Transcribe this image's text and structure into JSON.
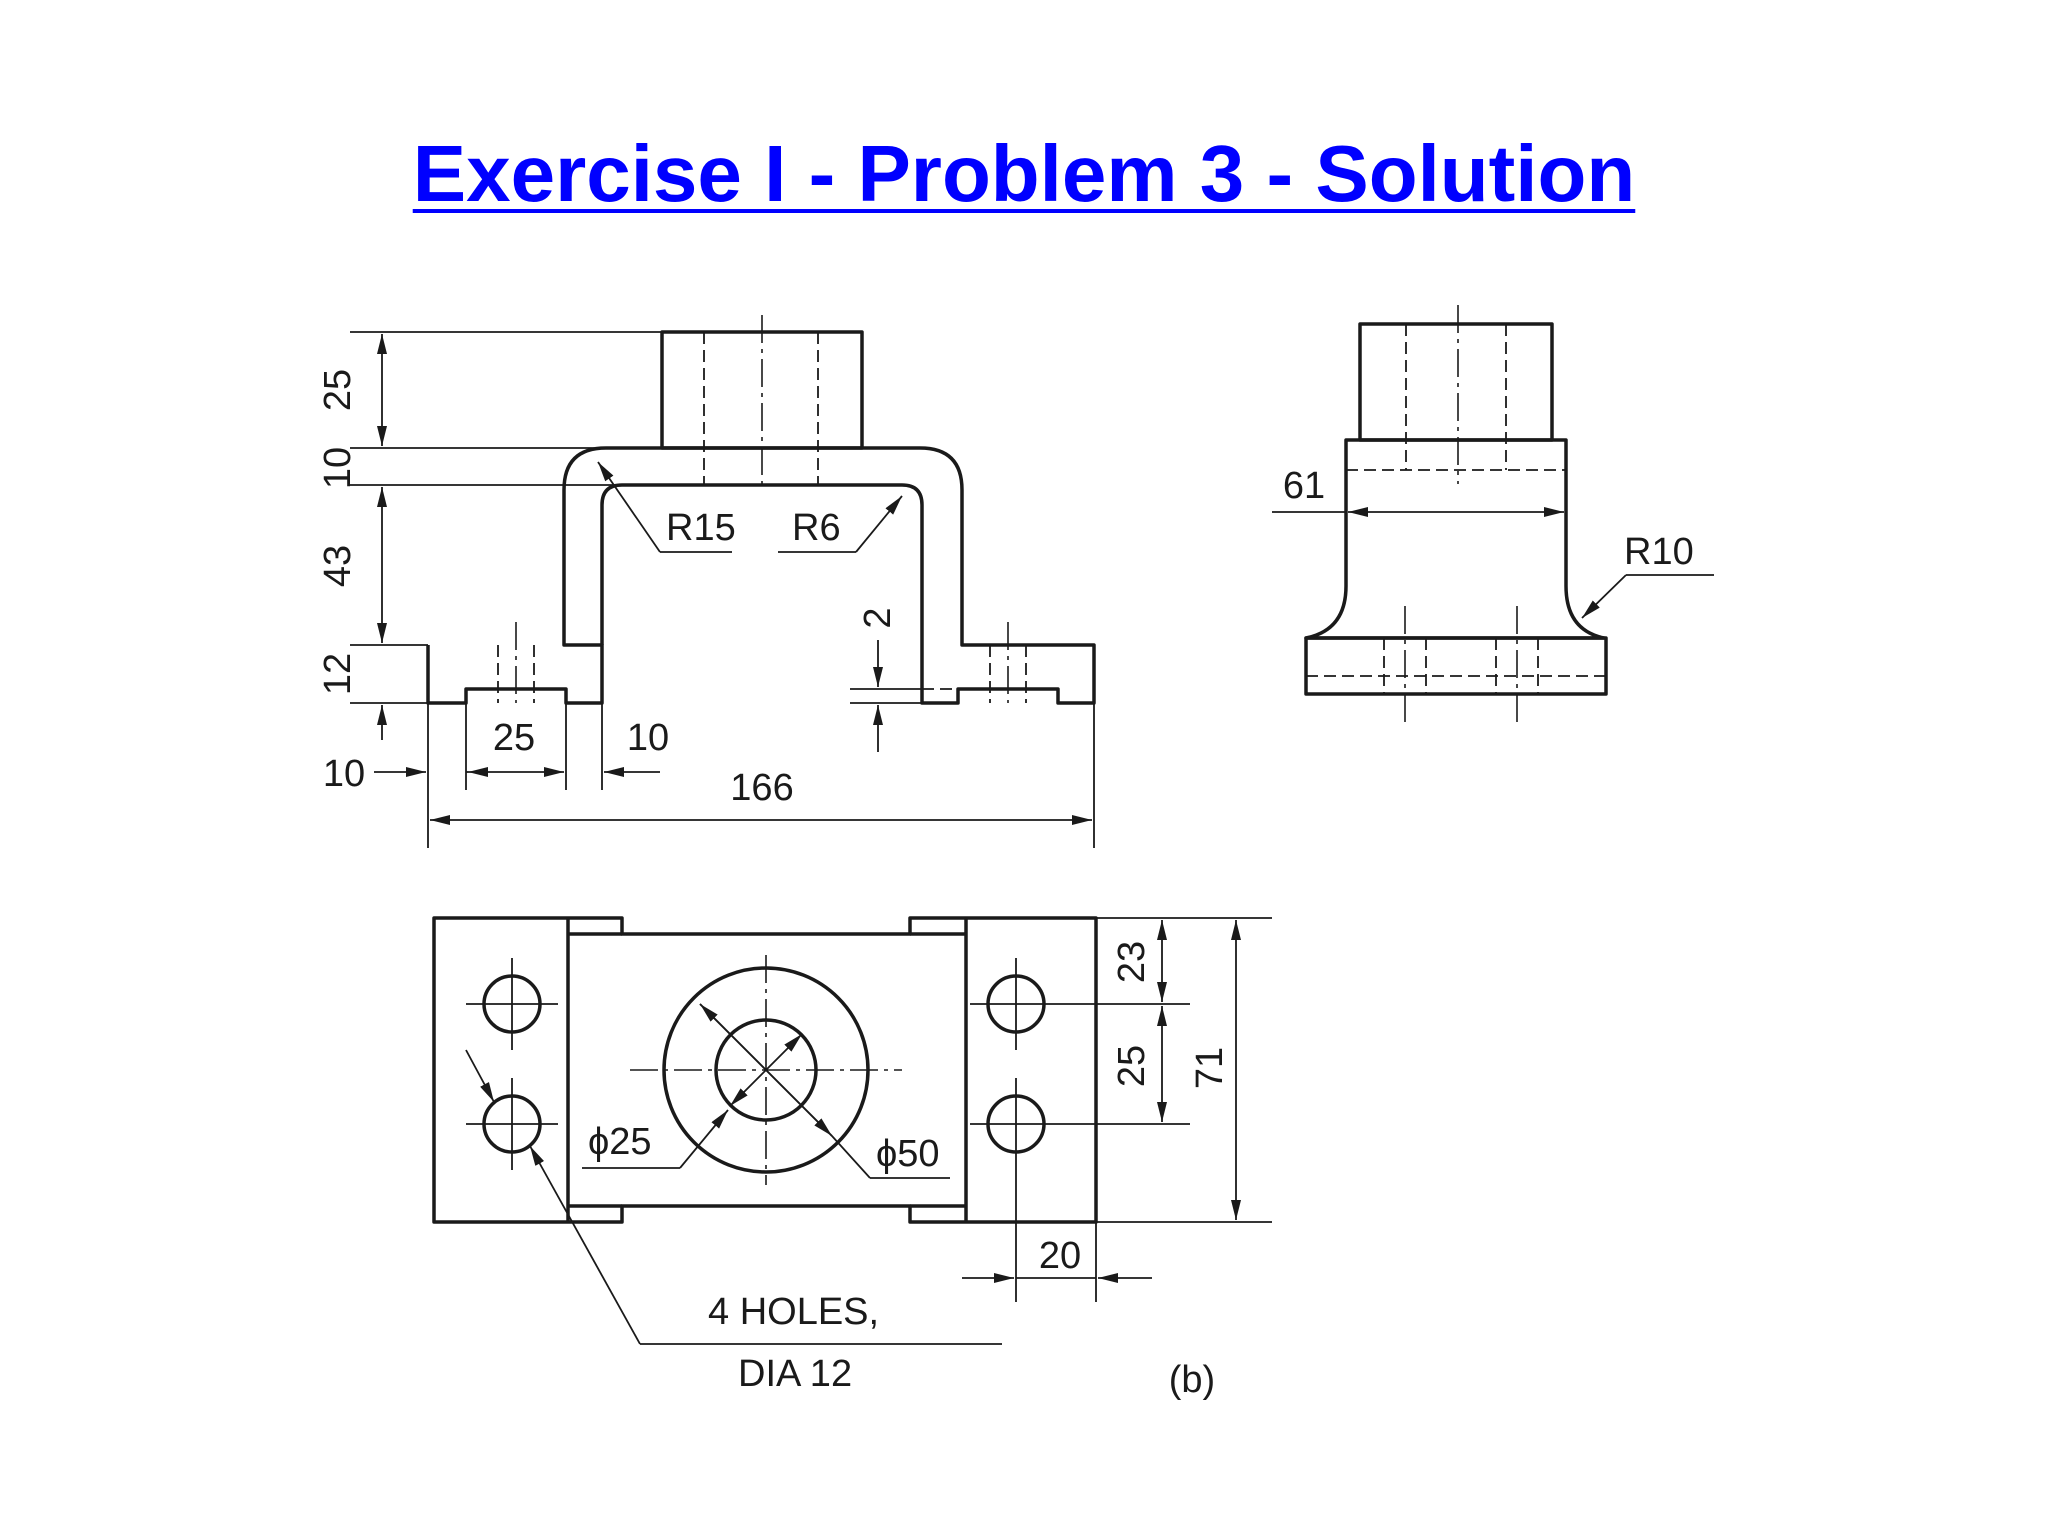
{
  "title": "Exercise I - Problem 3 - Solution",
  "front_view": {
    "dims": {
      "h25": "25",
      "h10": "10",
      "h43": "43",
      "h12": "12",
      "w25": "25",
      "w10a": "10",
      "w10b": "10",
      "w166": "166",
      "d2": "2",
      "r15": "R15",
      "r6": "R6"
    }
  },
  "side_view": {
    "dims": {
      "w61": "61",
      "r10": "R10"
    }
  },
  "top_view": {
    "dims": {
      "h23": "23",
      "h25": "25",
      "h71": "71",
      "w20": "20",
      "d25": "ϕ25",
      "d50": "ϕ50"
    },
    "note_line1": "4 HOLES,",
    "note_line2": "DIA 12"
  },
  "figure_label": "(b)"
}
